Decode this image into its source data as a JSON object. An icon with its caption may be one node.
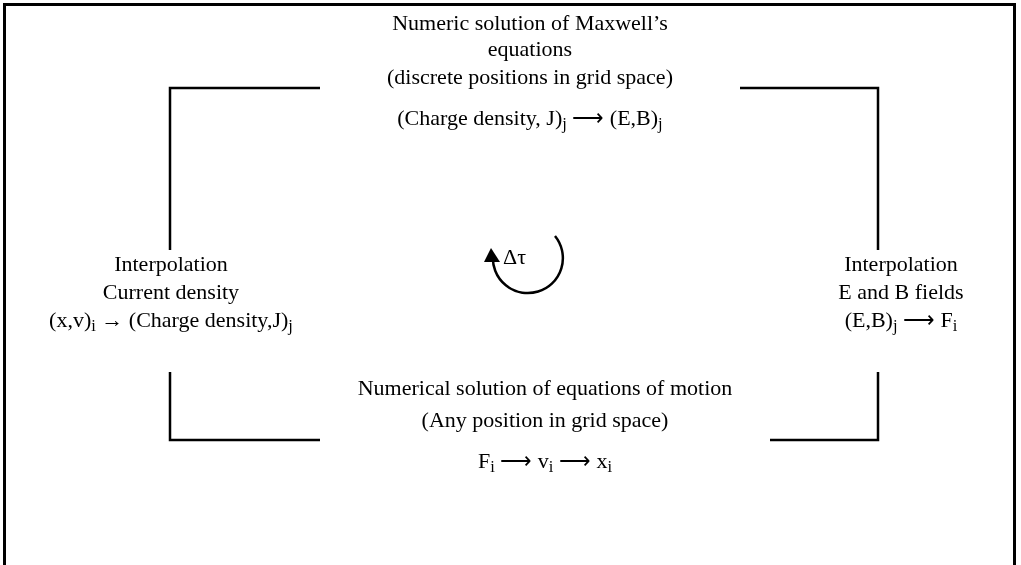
{
  "diagram": {
    "nodes": [
      {
        "text": [
          "Numeric solution of Maxwell’s equations",
          "(discrete positions in grid space)",
          "(Charge density, J)$_{j}$ ⟶ (E,B)$_{j}$"
        ]
      },
      {
        "text": [
          "Interpolation",
          "E and B fields",
          "(E,B)$_{j}$ ⟶ F$_{i}$"
        ]
      },
      {
        "text": [
          "Numerical solution of equations of motion",
          "(Any position in grid space)",
          "F$_{i}$ ⟶ v$_{i}$ ⟶ x$_{i}$"
        ]
      },
      {
        "text": [
          "Interpolation",
          "Current density",
          "(x,v)$_{i}$ → (Charge density,J)$_{j}$"
        ]
      }
    ],
    "edges": [
      {
        "from": 3,
        "to": 0,
        "arrow": "none"
      },
      {
        "from": 0,
        "to": 1,
        "arrow": "none"
      },
      {
        "from": 1,
        "to": 2,
        "arrow": "none"
      },
      {
        "from": 2,
        "to": 3,
        "arrow": "none"
      }
    ],
    "labels": [
      "Δτ"
    ]
  }
}
